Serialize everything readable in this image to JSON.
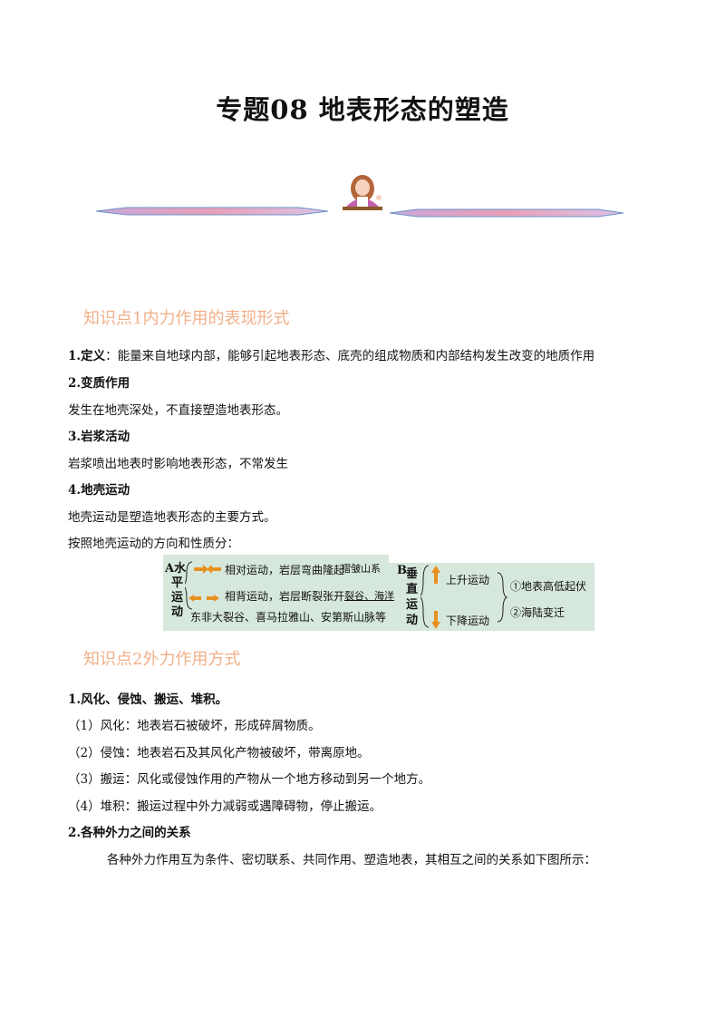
{
  "title": "专题08  地表形态的塑造",
  "section1": {
    "heading": "知识点1内力作用的表现形式",
    "def_label": "1.定义",
    "def_text": "：能量来自地球内部，能够引起地表形态、底壳的组成物质和内部结构发生改变的地质作用",
    "h2": "2.变质作用",
    "p2": "发生在地壳深处，不直接塑造地表形态。",
    "h3": "3.岩浆活动",
    "p3": "岩浆喷出地表时影响地表形态，不常发生",
    "h4": "4.地壳运动",
    "p4a": "地壳运动是塑造地表形态的主要方式。",
    "p4b": "按照地壳运动的方向和性质分："
  },
  "diagram": {
    "a_label": "A水",
    "a_label2": "平",
    "a_label3": "运",
    "a_label4": "动",
    "row1_text": "相对运动，岩层弯曲隆起",
    "row1_result": "褶皱山系",
    "row2_text": "相背运动，岩层断裂张开",
    "row2_result": "裂谷、海洋",
    "row3_text": "东非大裂谷、喜马拉雅山、安第斯山脉等",
    "b_label": "B",
    "b_label2": "垂",
    "b_label3": "直",
    "b_label4": "运",
    "b_label5": "动",
    "up_text": "上升运动",
    "down_text": "下降运动",
    "effect1": "①地表高低起伏",
    "effect2": "②海陆变迁",
    "arrow_color": "#e8901e"
  },
  "section2": {
    "heading": "知识点2外力作用方式",
    "h1": "1.风化、侵蚀、搬运、堆积。",
    "l1": "（1）风化：地表岩石被破坏，形成碎屑物质。",
    "l2": "（2）侵蚀：地表岩石及其风化产物被破坏，带离原地。",
    "l3": "（3）搬运：风化或侵蚀作用的产物从一个地方移动到另一个地方。",
    "l4": "（4）堆积：搬运过程中外力减弱或遇障碍物，停止搬运。",
    "h2": "2.各种外力之间的关系",
    "p2": "各种外力作用互为条件、密切联系、共同作用、塑造地表，其相互之间的关系如下图所示："
  }
}
